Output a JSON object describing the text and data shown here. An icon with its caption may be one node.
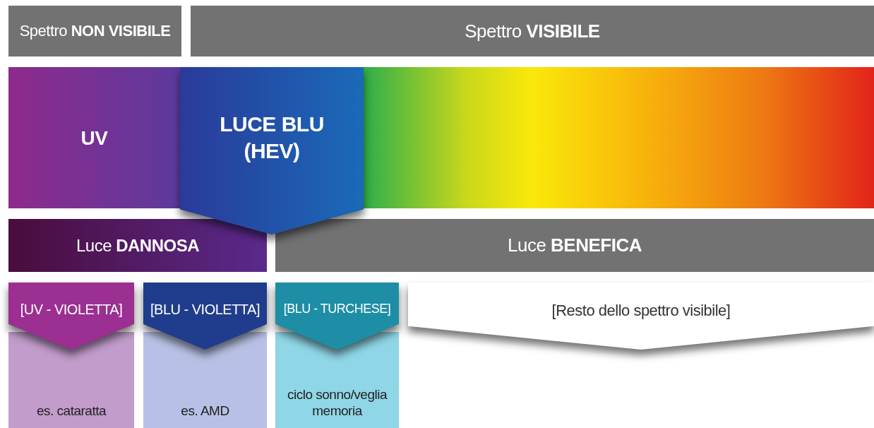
{
  "diagram": {
    "nodes": [
      {
        "text": [
          "Spettro **NON VISIBILE**"
        ]
      },
      {
        "text": [
          "Spettro **VISIBILE**"
        ]
      },
      {
        "text": [
          "UV"
        ]
      },
      {
        "text": [
          "LUCE BLU (HEV)"
        ]
      },
      {
        "text": [],
        "shape": "bar"
      },
      {
        "text": [
          "Luce **DANNOSA**"
        ]
      },
      {
        "text": [
          "Luce **BENEFICA**"
        ]
      },
      {
        "text": [
          "[UV - VIOLETTA]"
        ]
      },
      {
        "text": [
          "[BLU - VIOLETTA]"
        ]
      },
      {
        "text": [
          "[BLU - TURCHESE]"
        ]
      },
      {
        "text": [
          "[Resto dello spettro visibile]"
        ]
      },
      {
        "text": [
          "es. cataratta"
        ]
      },
      {
        "text": [
          "es. AMD"
        ]
      },
      {
        "text": [
          "ciclo sonno/veglia memoria"
        ]
      }
    ]
  }
}
